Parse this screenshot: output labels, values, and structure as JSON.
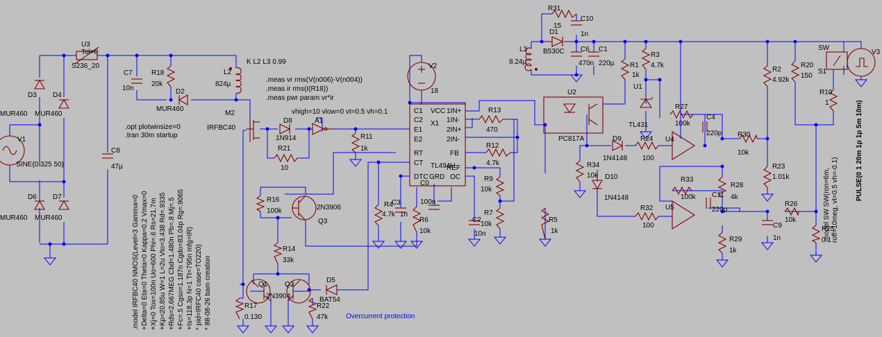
{
  "colors": {
    "background": "#c0c0c0",
    "wire": "#0000ff",
    "component": "#800000",
    "text": "#000000"
  },
  "components": {
    "U3": "U3",
    "U3_tol": "Tol=0",
    "U3_val": "S236_20",
    "C7": "C7",
    "C7_val": "10n",
    "R18": "R18",
    "R18_val": "20k",
    "D2": "D2",
    "D2_val": "MUR460",
    "L2": "L2",
    "L2_val": "824µ",
    "K": "K L2 L3 0.99",
    "D3": "D3",
    "D3_val": "MUR460",
    "D4": "D4",
    "D4_val": "MUR460",
    "D6": "D6",
    "D6_val": "MUR460",
    "D7": "D7",
    "D7_val": "MUR460",
    "V1": "V1",
    "V1_val": "SINE(0 325 50)",
    "C8": "C8",
    "C8_val": "47µ",
    "M2": "M2",
    "M2_val": "IRFBC40",
    "D8": "D8",
    "D8_val": "1N914",
    "R21": "R21",
    "R21_val": "10",
    "A1": "A1",
    "R11": "R11",
    "R11_val": "1k",
    "V2": "V2",
    "V2_val": "18",
    "X1": "X1",
    "X1_val": "TL494H",
    "pin_C1": "C1",
    "pin_C2": "C2",
    "pin_E1": "E1",
    "pin_E2": "E2",
    "pin_RT": "RT",
    "pin_CT": "CT",
    "pin_DTC": "DTC",
    "pin_VCC": "VCC",
    "pin_1INp": "1IN+",
    "pin_1INm": "1IN-",
    "pin_2INp": "2IN+",
    "pin_2INm": "2IN-",
    "pin_FB": "FB",
    "pin_REF": "REF",
    "pin_OC": "OC",
    "pin_GRD": "GRD",
    "R13": "R13",
    "R13_val": "470",
    "R12": "R12",
    "R12_val": "4.7k",
    "R9": "R9",
    "R9_val": "10k",
    "R7": "R7",
    "R7_val": "10k",
    "C0": "C0",
    "C0_val": "100n",
    "C2": "C2",
    "C2_val": "10n",
    "R4": "R4",
    "R4_val": "4.7k",
    "C3": "C3",
    "C3_val": "1n",
    "R6": "R6",
    "R6_val": "10k",
    "R16": "R16",
    "R16_val": "100k",
    "Q3": "Q3",
    "Q3_val": "2N3906",
    "R14": "R14",
    "R14_val": "33k",
    "Q1": "Q1",
    "Q2": "Q2",
    "Q12_val": "2N3904",
    "D5": "D5",
    "D5_val": "BAT54",
    "R17": "R17",
    "R17_val": "0.130",
    "R22": "R22",
    "R22_val": "47k",
    "R5": "R5",
    "R5_val": "1k",
    "R31": "R31",
    "R31_val": "15",
    "C10": "C10",
    "C10_val": "1n",
    "D1": "D1",
    "D1_val": "B530C",
    "L3": "L3",
    "L3_val": "8.24µ",
    "C6": "C6",
    "C6_val": "470n",
    "C1": "C1",
    "C1_val": "220µ",
    "R1": "R1",
    "R1_val": "1k",
    "R3": "R3",
    "R3_val": "4.7k",
    "U1": "U1",
    "U1_val": "TL431",
    "U2": "U2",
    "U2_val": "PC817A",
    "R27": "R27",
    "R27_val": "100k",
    "C4": "C4",
    "C4_val": "220p",
    "D9": "D9",
    "D9_val": "1N4148",
    "R24": "R24",
    "R24_val": "100",
    "U4": "U4",
    "R30": "R30",
    "R30_val": "10k",
    "R34": "R34",
    "R34_val": "10k",
    "D10": "D10",
    "D10_val": "1N4148",
    "R33": "R33",
    "R33_val": "100k",
    "C11": "C11",
    "C11_val": "220p",
    "R28": "R28",
    "R28_val": "4k",
    "R32": "R32",
    "R32_val": "100",
    "U5": "U5",
    "R29": "R29",
    "R29_val": "1k",
    "C9": "C9",
    "C9_val": "1n",
    "R26": "R26",
    "R26_val": "10k",
    "R2": "R2",
    "R2_val": "4.92k",
    "R23": "R23",
    "R23_val": "1.01k",
    "R20": "R20",
    "R20_val": "150",
    "SW": "SW",
    "S1": "S1",
    "R10": "R10",
    "R10_val": "1",
    "R25": "R25",
    "R25_val": "0.1",
    "V3": "V3"
  },
  "directives": {
    "meas1": ".meas vr rms(V(n006)-V(n004))",
    "meas2": ".meas ir rms(I(R18))",
    "meas3": ".meas pwr param vr*ir",
    "opt": ".opt plotwinsize=0",
    "tran": ".tran 30m startup",
    "a1_params": "vhigh=10 vlow=0 vt=0.5 vh=0.1",
    "model_mos": [
      ".model IRFBC40  NMOS(Level=3 Gamma=0",
      "+Delta=0 Eta=0 Theta=0 Kappa=0.2 Vmax=0",
      "+Xj=0 Tox=100n Uo=600 Phi=.6 Rs=21.7m",
      "+Kp=20.85u W=1 L=2u Vto=3.438 Rd=.9335",
      "+Rds=2.667MEG Cbd=1.480n Pb=.8 Mj=.5",
      "+Fc=.5 Cgso=1.187n Cgdo=83.04p Rg=.9065",
      "+Is=118.3p N=1 Tt=795n mfg=IR)",
      "* pid=IRFC40 case=TO220)",
      "* 88-08-26 bam    creation"
    ],
    "model_sw": [
      ".model SW SW(ron=6m,",
      "roff=10meg, vt=0.5 vh=-0.1)"
    ],
    "pulse": "PULSE(0 1 20m 1p 1p 5m 10m)"
  },
  "annotations": {
    "overcurrent": "Overcurrent protection"
  }
}
